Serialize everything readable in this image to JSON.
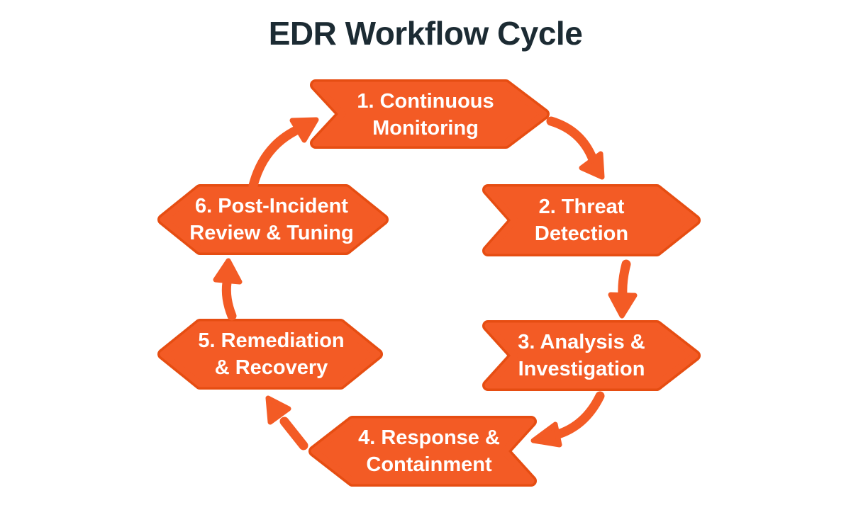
{
  "title": "EDR Workflow Cycle",
  "colors": {
    "background": "#FFFFFF",
    "accent_orange": "#F35B25",
    "accent_orange_rim": "#E64D12",
    "title_text": "#1C2B33",
    "step_text": "#FFFFFF"
  },
  "steps": [
    {
      "number": 1,
      "label": "1. Continuous Monitoring",
      "lines": [
        "1. Continuous",
        "Monitoring"
      ]
    },
    {
      "number": 2,
      "label": "2. Threat Detection",
      "lines": [
        "2. Threat",
        "Detection"
      ]
    },
    {
      "number": 3,
      "label": "3. Analysis & Investigation",
      "lines": [
        "3. Analysis &",
        "Investigation"
      ]
    },
    {
      "number": 4,
      "label": "4. Response & Containment",
      "lines": [
        "4. Response &",
        "Containment"
      ]
    },
    {
      "number": 5,
      "label": "5. Remediation & Recovery",
      "lines": [
        "5. Remediation",
        "& Recovery"
      ]
    },
    {
      "number": 6,
      "label": "6. Post-Incident Review & Tuning",
      "lines": [
        "6. Post-Incident",
        "Review & Tuning"
      ]
    }
  ],
  "connectors": [
    {
      "from": 1,
      "to": 2
    },
    {
      "from": 2,
      "to": 3
    },
    {
      "from": 3,
      "to": 4
    },
    {
      "from": 4,
      "to": 5
    },
    {
      "from": 5,
      "to": 6
    },
    {
      "from": 6,
      "to": 1
    }
  ]
}
